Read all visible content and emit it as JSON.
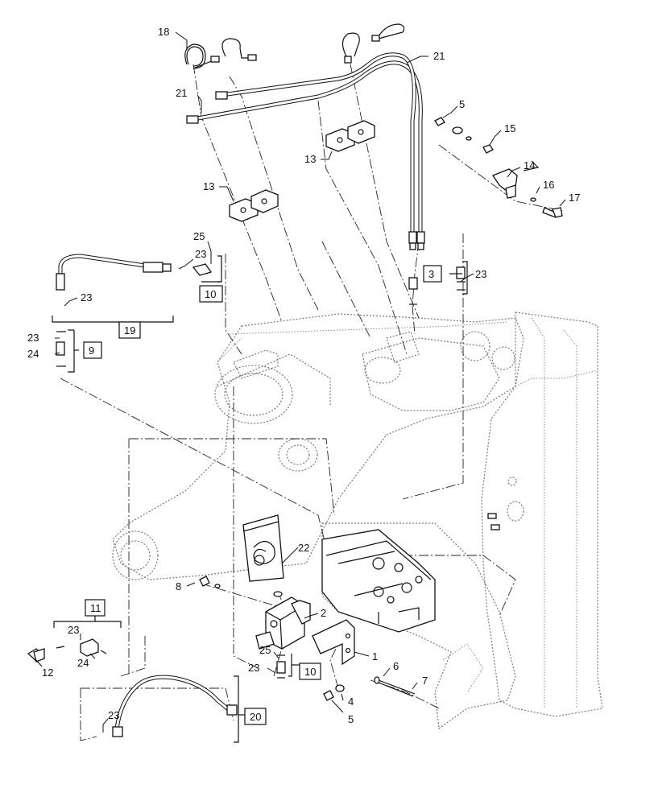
{
  "callouts": {
    "c1": "1",
    "c2": "2",
    "c3": "3",
    "c4": "4",
    "c5a": "5",
    "c5b": "5",
    "c6": "6",
    "c7": "7",
    "c8": "8",
    "c9": "9",
    "c10a": "10",
    "c10b": "10",
    "c11": "11",
    "c12": "12",
    "c13a": "13",
    "c13b": "13",
    "c14": "14",
    "c15": "15",
    "c16": "16",
    "c17": "17",
    "c18": "18",
    "c19": "19",
    "c20": "20",
    "c21a": "21",
    "c21b": "21",
    "c22": "22",
    "c23a": "23",
    "c23b": "23",
    "c23c": "23",
    "c23d": "23",
    "c23e": "23",
    "c23f": "23",
    "c23g": "23",
    "c24a": "24",
    "c24b": "24",
    "c25a": "25",
    "c25b": "25"
  },
  "colors": {
    "ink": "#111111",
    "ghost": "#777777",
    "paper": "#ffffff"
  }
}
